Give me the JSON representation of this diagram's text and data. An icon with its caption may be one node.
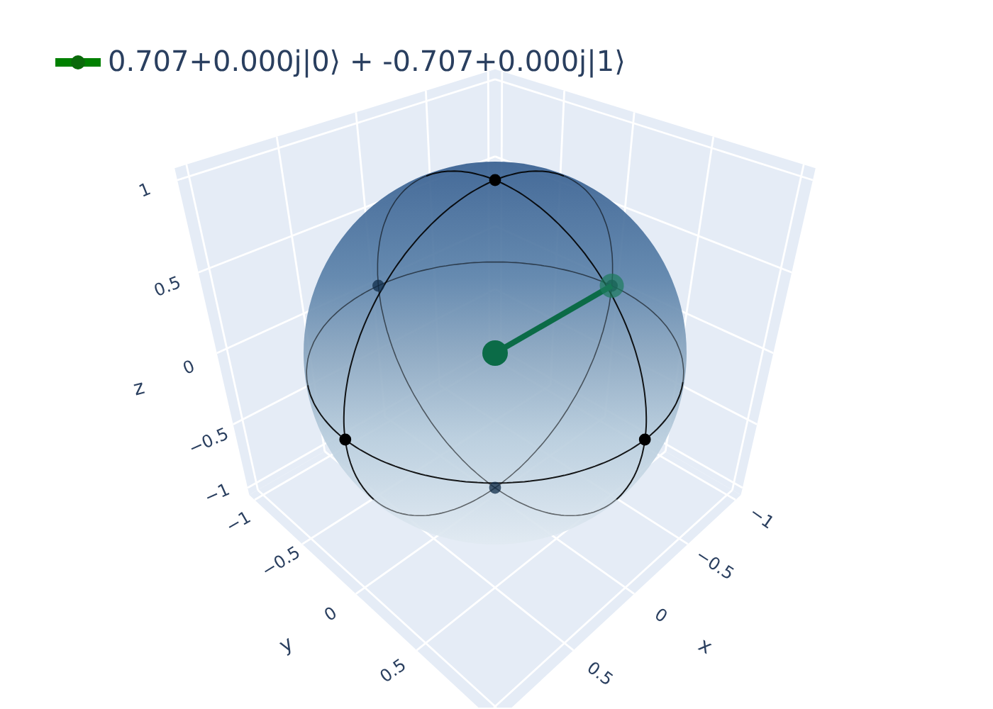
{
  "diagram": {
    "labels": [
      "1",
      "0.5",
      "0",
      "z",
      "−0.5",
      "−1",
      "−1",
      "−0.5",
      "0",
      "y",
      "0.5",
      "−1",
      "−0.5",
      "0",
      "x",
      "0.5"
    ],
    "legend": [
      {
        "text": "0.707+0.000j|0⟩ + -0.707+0.000j|1⟩"
      }
    ]
  }
}
